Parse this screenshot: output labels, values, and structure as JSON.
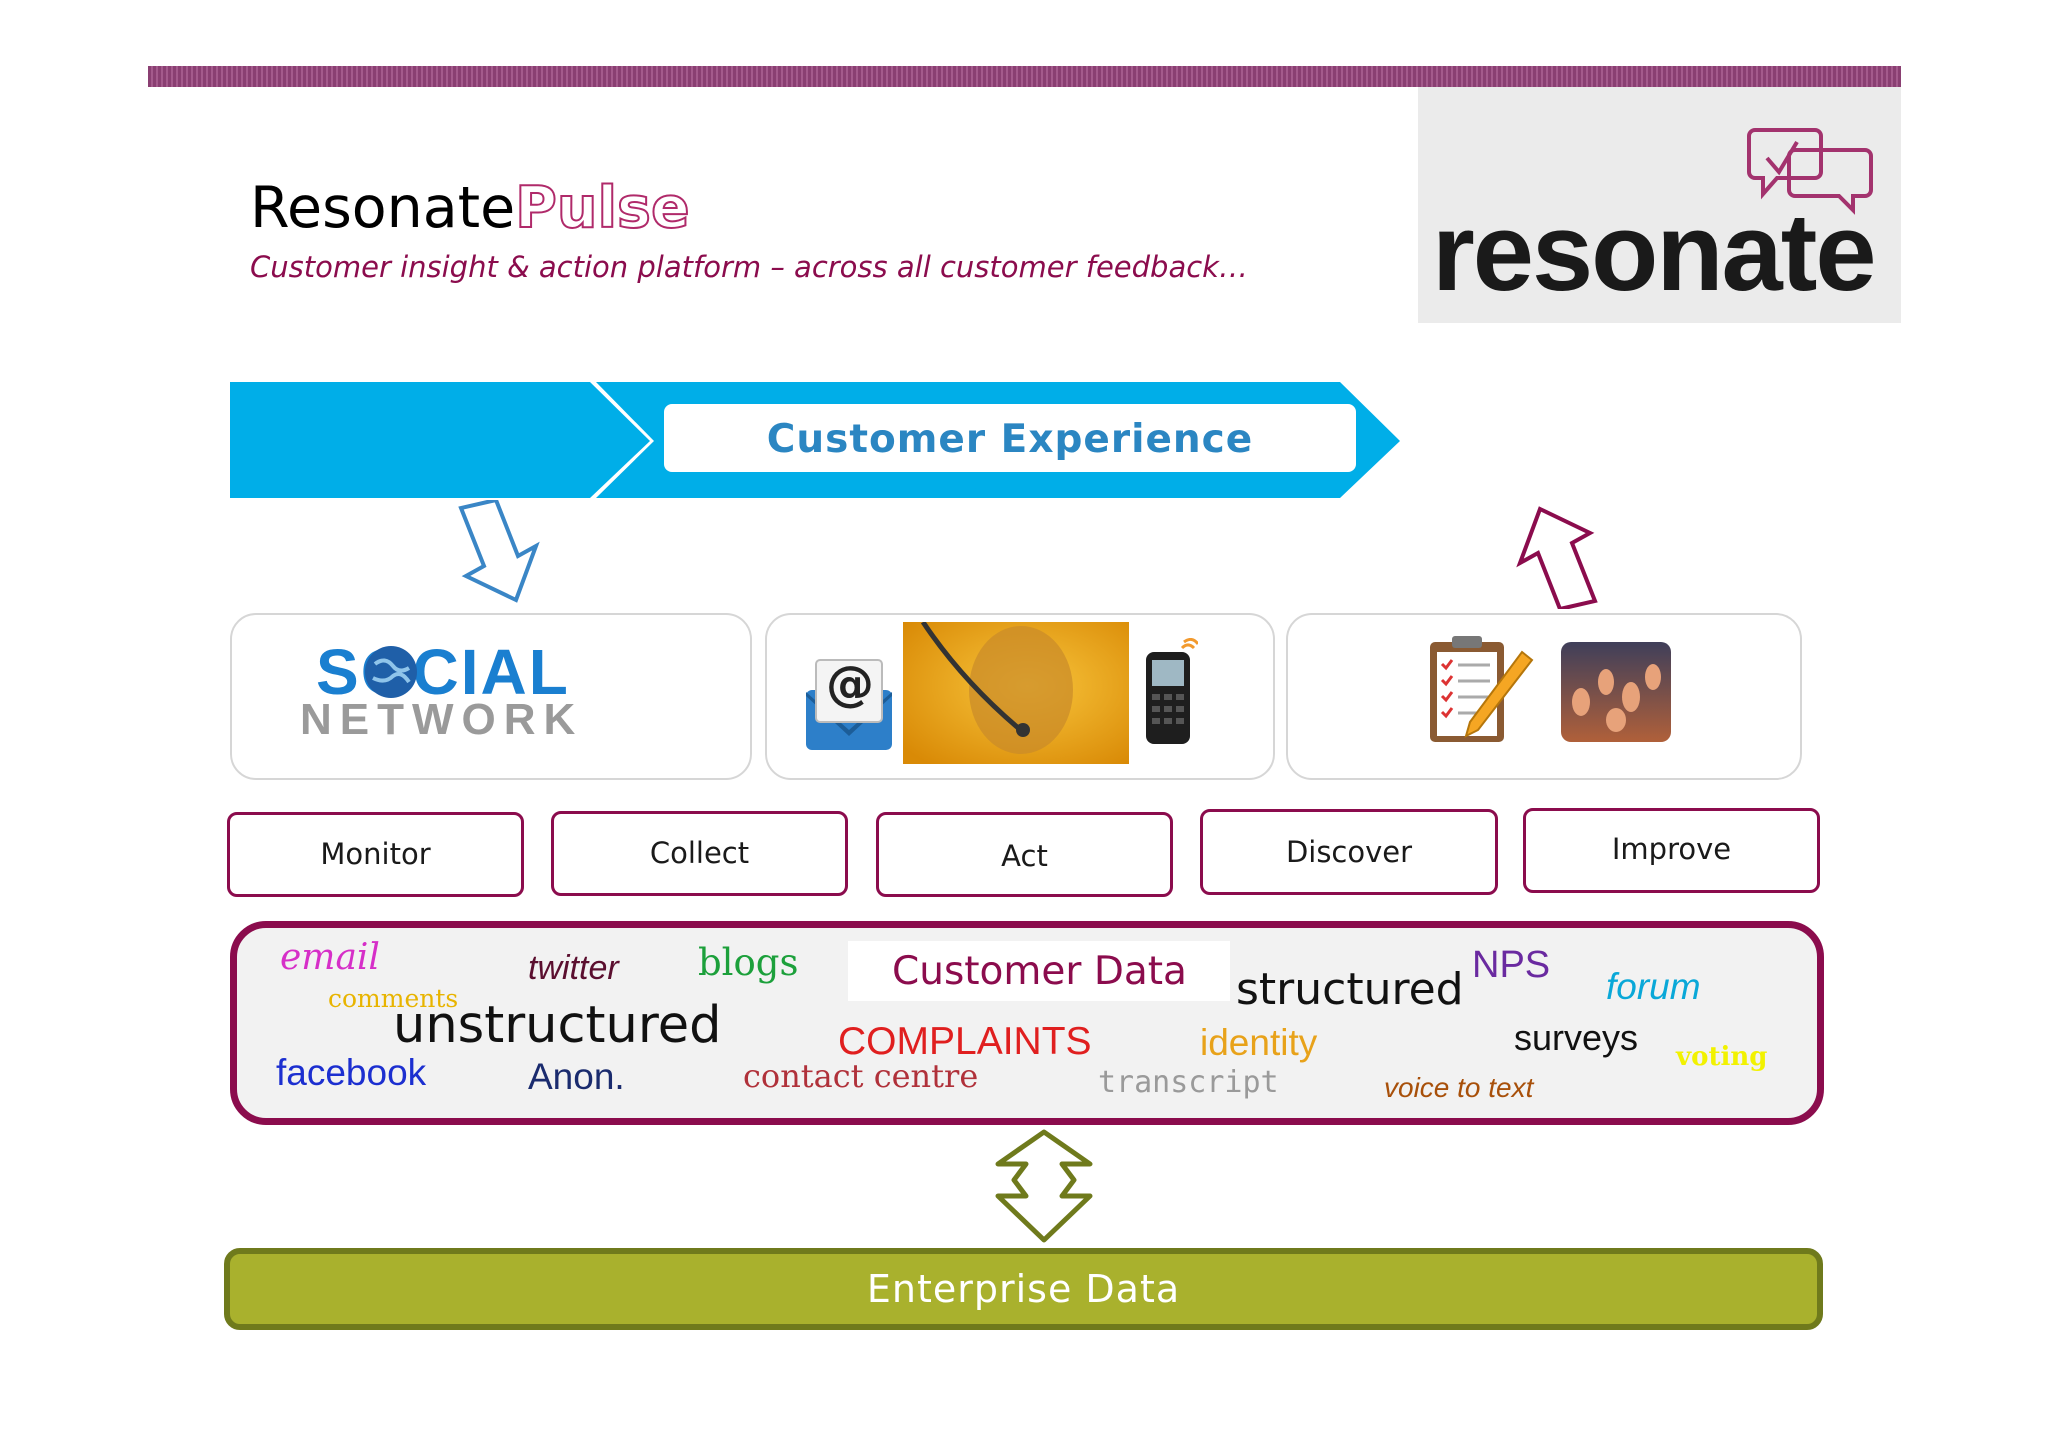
{
  "header": {
    "title_part1": "Resonate",
    "title_part2": "Pulse",
    "subtitle": "Customer insight & action platform – across all customer feedback…",
    "logo_text": "resonate"
  },
  "banner": {
    "label": "Customer Experience"
  },
  "panels": {
    "social": {
      "word1": "SOCIAL",
      "word2": "NETWORK"
    },
    "channels": {
      "at_symbol": "@"
    }
  },
  "steps": [
    "Monitor",
    "Collect",
    "Act",
    "Discover",
    "Improve"
  ],
  "data_words": {
    "email": "email",
    "comments": "comments",
    "twitter": "twitter",
    "blogs": "blogs",
    "customer_data": "Customer Data",
    "structured": "structured",
    "nps": "NPS",
    "forum": "forum",
    "unstructured": "unstructured",
    "complaints": "COMPLAINTS",
    "identity": "identity",
    "surveys": "surveys",
    "voting": "voting",
    "facebook": "facebook",
    "anon": "Anon.",
    "contact_centre": "contact centre",
    "transcript": "transcript",
    "voice_to_text": "voice to text"
  },
  "enterprise": {
    "label": "Enterprise Data"
  },
  "colors": {
    "accent_maroon": "#8b0c4d",
    "banner_blue": "#00aee8",
    "enterprise_green": "#a9b12d"
  }
}
